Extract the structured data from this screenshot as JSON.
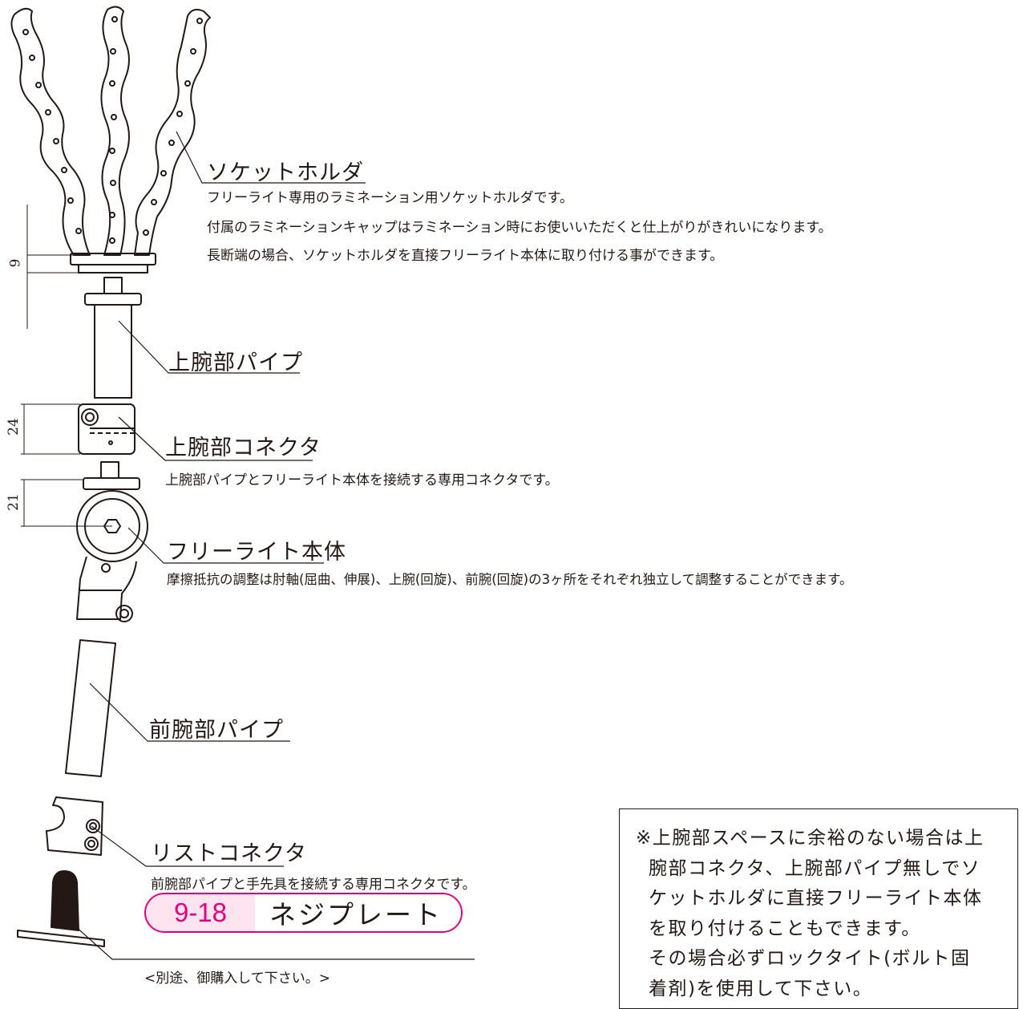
{
  "parts": {
    "socket_holder": {
      "title": "ソケットホルダ",
      "desc": [
        "フリーライト専用のラミネーション用ソケットホルダです。",
        "付属のラミネーションキャップはラミネーション時にお使いいただくと仕上がりがきれいになります。",
        "長断端の場合、ソケットホルダを直接フリーライト本体に取り付ける事ができます。"
      ]
    },
    "upper_arm_pipe": {
      "title": "上腕部パイプ"
    },
    "upper_arm_connector": {
      "title": "上腕部コネクタ",
      "desc": "上腕部パイプとフリーライト本体を接続する専用コネクタです。"
    },
    "free_light_body": {
      "title": "フリーライト本体",
      "desc": "摩擦抵抗の調整は肘軸(屈曲、伸展)、上腕(回旋)、前腕(回旋)の3ヶ所をそれぞれ独立して調整することができます。"
    },
    "forearm_pipe": {
      "title": "前腕部パイプ"
    },
    "wrist_connector": {
      "title": "リストコネクタ",
      "desc": "前腕部パイプと手先具を接続する専用コネクタです。"
    },
    "screw_plate": {
      "number": "9-18",
      "name": "ネジプレート",
      "note": "<別途、御購入して下さい。>"
    }
  },
  "dimensions": {
    "socket": "9",
    "connector": "24",
    "body": "21"
  },
  "note_box": [
    "※上腕部スペースに余裕のない場合は上",
    "腕部コネクタ、上腕部パイプ無しでソ",
    "ケットホルダに直接フリーライト本体",
    "を取り付けることもできます。",
    "その場合必ずロックタイト(ボルト固",
    "着剤)を使用して下さい。"
  ],
  "colors": {
    "accent": "#e4007f",
    "accent_fill": "#fde4ef",
    "line": "#231815"
  }
}
